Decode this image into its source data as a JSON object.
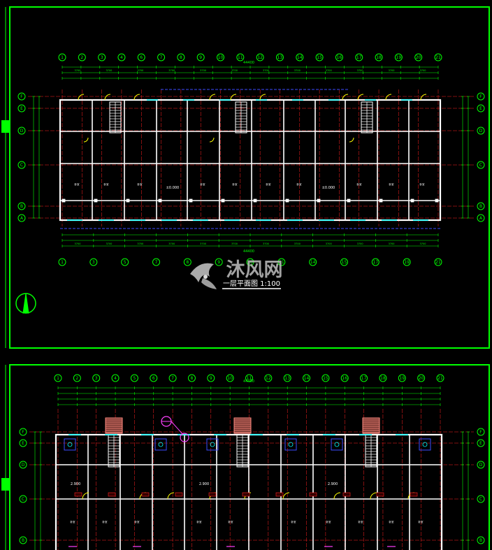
{
  "colors": {
    "background": "#000000",
    "frame": "#00ff00",
    "wall": "#ffffff",
    "grid_axis": "#ff2020",
    "dimension": "#00ff00",
    "window": "#00ffff",
    "door": "#ffff00",
    "stair": "#ff8a80",
    "furniture": "#3b4bff",
    "text_label": "#ffffff",
    "watermark": "#b0b0b0"
  },
  "sheet1": {
    "top_axis_labels": [
      "1",
      "2",
      "3",
      "4",
      "6",
      "7",
      "8",
      "9",
      "10",
      "11",
      "12",
      "13",
      "14",
      "15",
      "16",
      "17",
      "18",
      "19",
      "20",
      "21"
    ],
    "bottom_axis_labels": [
      "1",
      "3",
      "5",
      "7",
      "8",
      "9",
      "10",
      "11",
      "14",
      "15",
      "17",
      "19",
      "21"
    ],
    "side_axis_labels": [
      "F",
      "E",
      "D",
      "C",
      "B",
      "A"
    ],
    "overall_dimension": "44400",
    "bay_dimension": "3700",
    "room_label": "卧室",
    "elevation_label": "±0.000",
    "title": "一层平面图 1:100"
  },
  "sheet2": {
    "top_axis_labels": [
      "1",
      "2",
      "3",
      "4",
      "5",
      "6",
      "7",
      "8",
      "9",
      "10",
      "11",
      "12",
      "13",
      "14",
      "15",
      "16",
      "17",
      "18",
      "19",
      "20",
      "21"
    ],
    "side_axis_labels": [
      "F",
      "E",
      "D",
      "C",
      "B"
    ],
    "overall_dimension": "44400",
    "room_label": "卧室",
    "elevation_label": "2.900"
  },
  "watermark": {
    "text": "沐风网"
  },
  "icons": {
    "north_arrow": "north-arrow-icon",
    "logo": "mufeng-logo-icon"
  }
}
